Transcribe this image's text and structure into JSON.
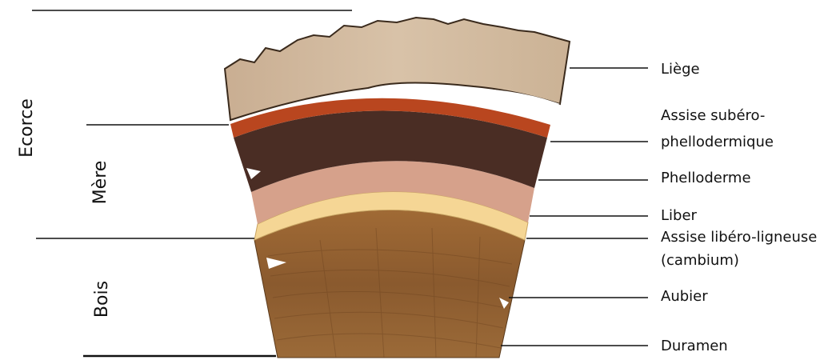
{
  "diagram": {
    "left_groups": {
      "ecorce": "Ecorce",
      "mere": "Mère",
      "bois": "Bois"
    },
    "layers": {
      "liege": "Liège",
      "assise_subero_1": "Assise subéro-",
      "assise_subero_2": "phellodermique",
      "phelloderme": "Phelloderme",
      "liber": "Liber",
      "assise_libero_1": "Assise libéro-ligneuse",
      "assise_libero_2": "(cambium)",
      "aubier": "Aubier",
      "duramen": "Duramen"
    },
    "colors": {
      "liege": "#ccb49a",
      "subero_band": "#b84a22",
      "mere": "#4b2e24",
      "phelloderme": "#d7a48f",
      "liber": "#f6d79a",
      "wood": "#946437"
    }
  }
}
